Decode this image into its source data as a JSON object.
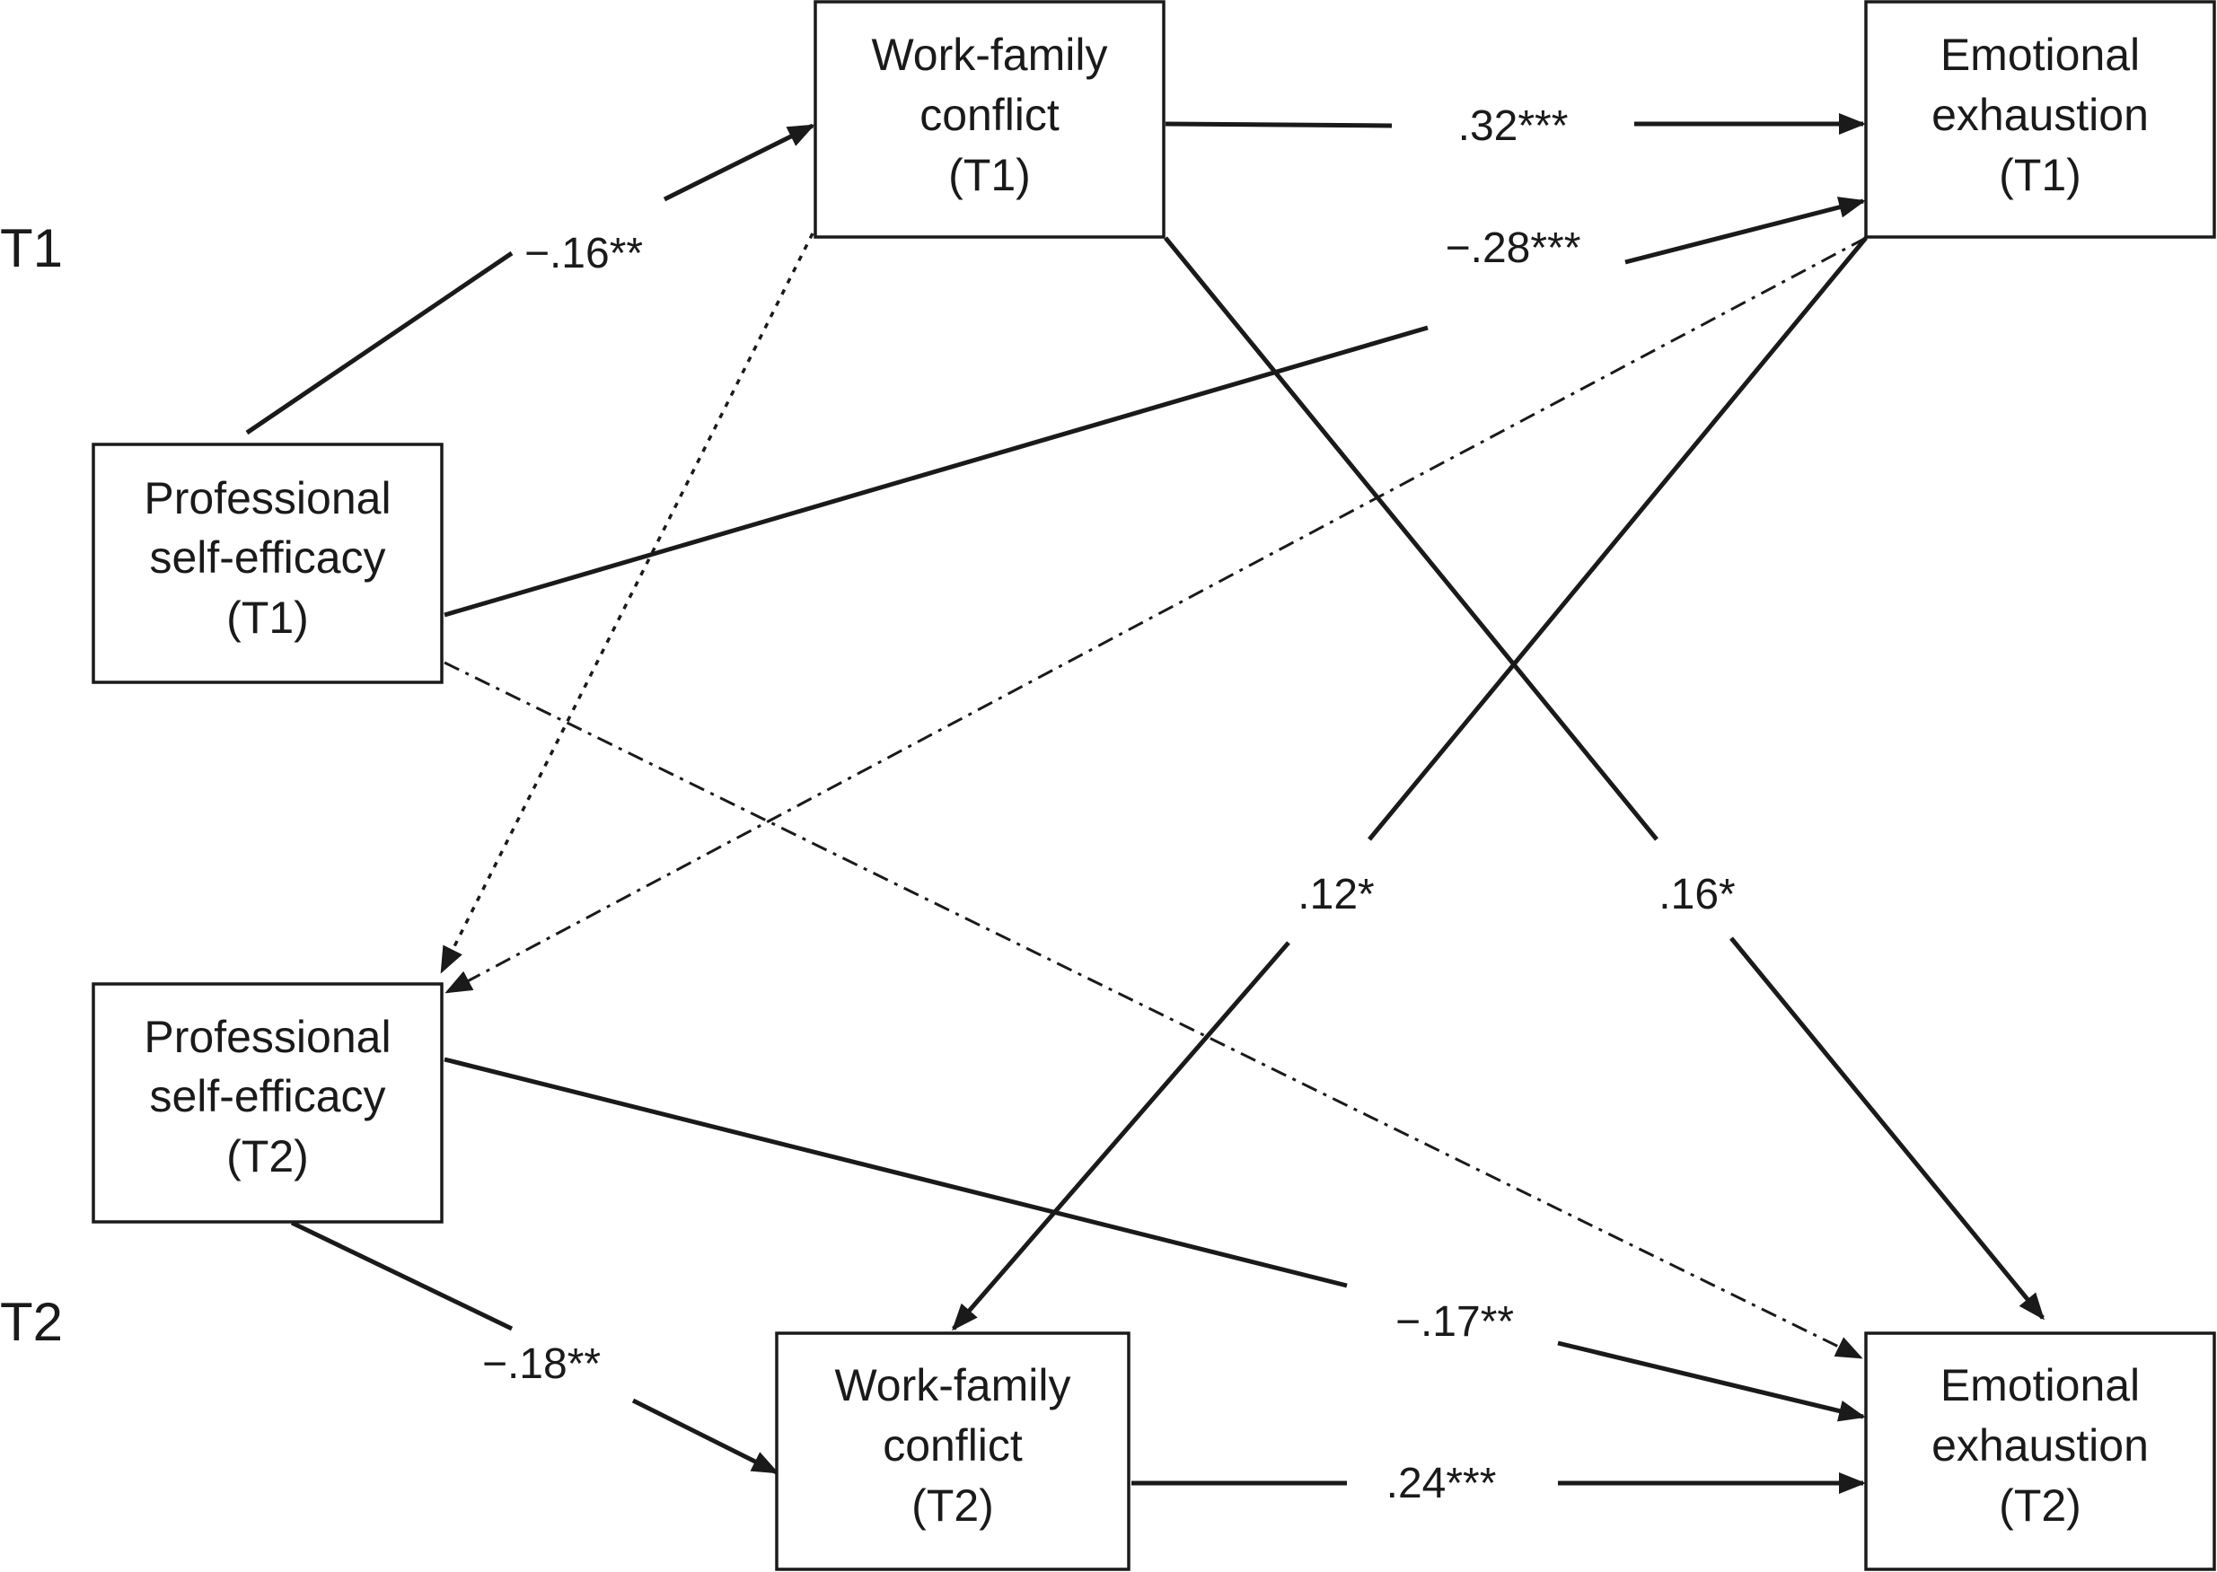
{
  "time_labels": {
    "t1": "T1",
    "t2": "T2"
  },
  "nodes": {
    "wfc_t1": {
      "lines": [
        "Work-family",
        "conflict",
        "(T1)"
      ]
    },
    "ee_t1": {
      "lines": [
        "Emotional",
        "exhaustion",
        "(T1)"
      ]
    },
    "pse_t1": {
      "lines": [
        "Professional",
        "self-efficacy",
        "(T1)"
      ]
    },
    "pse_t2": {
      "lines": [
        "Professional",
        "self-efficacy",
        "(T2)"
      ]
    },
    "wfc_t2": {
      "lines": [
        "Work-family",
        "conflict",
        "(T2)"
      ]
    },
    "ee_t2": {
      "lines": [
        "Emotional",
        "exhaustion",
        "(T2)"
      ]
    }
  },
  "paths": {
    "pse1_wfc1": "−.16**",
    "wfc1_ee1": ".32***",
    "pse1_ee1": "−.28***",
    "ee1_wfc2": ".12*",
    "wfc1_ee2": ".16*",
    "pse2_ee2": "−.17**",
    "pse2_wfc2": "−.18**",
    "wfc2_ee2": ".24***"
  },
  "colors": {
    "stroke": "#1a1a1a",
    "background": "#ffffff"
  }
}
